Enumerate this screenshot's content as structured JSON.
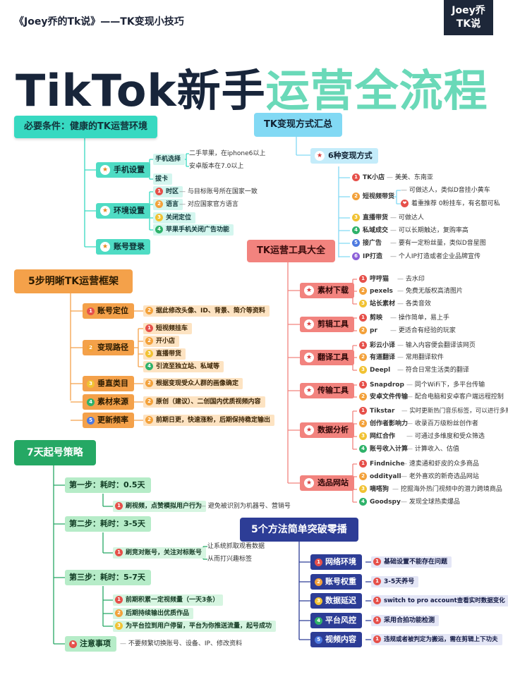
{
  "header": {
    "subtitle": "《Joey乔的Tk说》——TK变现小技巧",
    "logo_line1": "Joey乔",
    "logo_line2": "TK说",
    "title_part1": "TikTok新手",
    "title_part2": "运营全流程"
  },
  "prereq": {
    "title": "必要条件：健康的TK运营环境",
    "phone": {
      "label": "手机设置",
      "select": "手机选择",
      "opt1": "二手苹果，在iphone6以上",
      "opt2": "安卓版本在7.0以上",
      "card": "拔卡"
    },
    "env": {
      "label": "环境设置",
      "items": [
        "时区",
        "语言",
        "关闭定位",
        "苹果手机关闭广告功能"
      ],
      "notes": [
        "与目标账号所在国家一致",
        "对应国家官方语言"
      ]
    },
    "login": "账号登录"
  },
  "monetize": {
    "title": "TK变现方式汇总",
    "sub": "6种变现方式",
    "items": [
      {
        "name": "TK小店",
        "note": "美美、东南亚"
      },
      {
        "name": "短视频带货",
        "note": "可做达人，类似D音挂小黄车"
      },
      {
        "name": "直播带货",
        "note": "可做达人"
      },
      {
        "name": "私域成交",
        "note": "可以长期触达，复购率高"
      },
      {
        "name": "接广告",
        "note": "要有一定粉丝量，类似D音星图"
      },
      {
        "name": "IP打造",
        "note": "个人IP打造或者企业品牌宣传"
      }
    ],
    "extra_note": "着重推荐 0粉挂车，有名额可私"
  },
  "framework": {
    "title": "5步明晰TK运营框架",
    "steps": [
      {
        "label": "账号定位",
        "items": [
          "据此修改头像、ID、背景、简介等资料"
        ]
      },
      {
        "label": "变现路径",
        "items": [
          "短视频挂车",
          "开小店",
          "直播带货",
          "引流至独立站、私域等"
        ]
      },
      {
        "label": "垂直类目",
        "items": [
          "根据变现受众人群的画像确定"
        ]
      },
      {
        "label": "素材来源",
        "items": [
          "原创（建议）、二创国内优质视频内容"
        ]
      },
      {
        "label": "更新频率",
        "items": [
          "前期日更，快速涨粉，后期保持稳定输出"
        ]
      }
    ]
  },
  "tools": {
    "title": "TK运营工具大全",
    "groups": [
      {
        "label": "素材下载",
        "items": [
          {
            "name": "哼哼猫",
            "note": "去水印"
          },
          {
            "name": "pexels",
            "note": "免费无版权高清图片"
          },
          {
            "name": "站长素材",
            "note": "各类音效"
          }
        ]
      },
      {
        "label": "剪辑工具",
        "items": [
          {
            "name": "剪映",
            "note": "操作简单，易上手"
          },
          {
            "name": "pr",
            "note": "更适合有经验的玩家"
          }
        ]
      },
      {
        "label": "翻译工具",
        "items": [
          {
            "name": "彩云小译",
            "note": "输入内容便会翻译该网页"
          },
          {
            "name": "有道翻译",
            "note": "常用翻译软件"
          },
          {
            "name": "Deepl",
            "note": "符合日常生活类的翻译"
          }
        ]
      },
      {
        "label": "传输工具",
        "items": [
          {
            "name": "Snapdrop",
            "note": "同个WiFi下，多平台传输"
          },
          {
            "name": "安卓文件传输",
            "note": "配合电脑和安卓客户端远程控制"
          }
        ]
      },
      {
        "label": "数据分析",
        "items": [
          {
            "name": "Tikstar",
            "note": "实时更新热门音乐标签，可以进行多账号监测"
          },
          {
            "name": "创作者影响力",
            "note": "收录百万级粉丝创作者"
          },
          {
            "name": "网红合作",
            "note": "可通过多维度和受众筛选"
          },
          {
            "name": "账号收入计算",
            "note": "计算收入、估值"
          }
        ]
      },
      {
        "label": "选品网站",
        "items": [
          {
            "name": "Findniche",
            "note": "速卖通和虾皮的众多商品"
          },
          {
            "name": "oddityall",
            "note": "老外喜欢的新奇选品网站"
          },
          {
            "name": "嘀嗒狗",
            "note": "挖掘海外热门视频中的潜力跨境商品"
          },
          {
            "name": "Goodspy",
            "note": "发现全球热卖爆品"
          }
        ]
      }
    ]
  },
  "seven": {
    "title": "7天起号策略",
    "step1": {
      "label": "第一步：耗时：0.5天",
      "action": "刷视频，点赞模拟用户行为",
      "note": "避免被识别为机器号、营销号"
    },
    "step2": {
      "label": "第二步：耗时：3-5天",
      "action": "刷竞对账号，关注对标账号",
      "notes": [
        "让系统抓取观看数据",
        "从而打兴趣标签"
      ]
    },
    "step3": {
      "label": "第三步：耗时：5-7天",
      "items": [
        "前期积累一定视频量（一天3条）",
        "后期持续输出优质作品",
        "为平台拉到用户停留，平台为你推送流量，起号成功"
      ]
    },
    "caution": {
      "label": "注意事项",
      "note": "不要频繁切换账号、设备、IP、修改资料"
    }
  },
  "zero": {
    "title": "5个方法简单突破零播",
    "items": [
      {
        "label": "网络环境",
        "note": "基础设置不能存在问题"
      },
      {
        "label": "账号权重",
        "note": "3-5天养号"
      },
      {
        "label": "数据延迟",
        "note": "switch to pro account查看实时数据变化"
      },
      {
        "label": "平台风控",
        "note": "采用合拍功能检测"
      },
      {
        "label": "视频内容",
        "note": "违规或者被判定为搬运，需在剪辑上下功夫"
      }
    ]
  },
  "numerals": [
    "1",
    "2",
    "3",
    "4",
    "5",
    "6"
  ],
  "icons": {
    "star": "★",
    "heart": "❤",
    "flag": "⚑"
  },
  "colors": {
    "teal": "#37d9c1",
    "cyan": "#82d9f4",
    "orange": "#f4a14a",
    "pink": "#f2837e",
    "green": "#25a864",
    "blue": "#2d3d96",
    "navy": "#18253a",
    "mint": "#6ad9b8"
  }
}
